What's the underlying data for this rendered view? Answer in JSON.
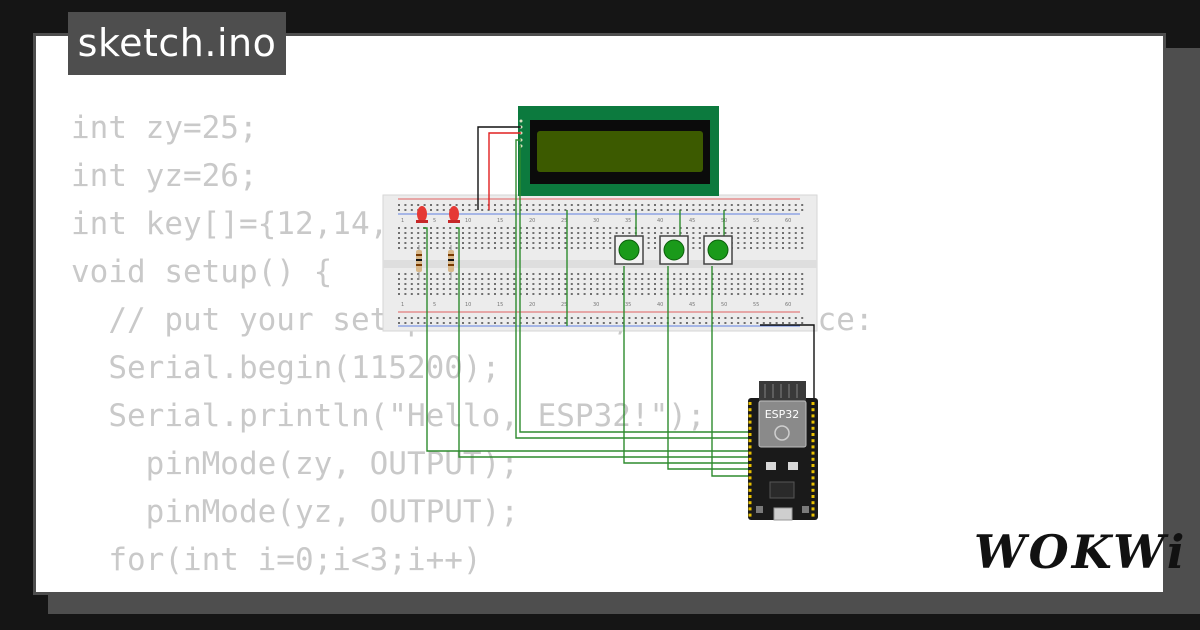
{
  "file_tab": {
    "label": "sketch.ino"
  },
  "code_lines": [
    "int zy=25;",
    "int yz=26;",
    "int key[]={12,14,",
    "void setup() {",
    "  // put your setup code here, to run once:",
    "  Serial.begin(115200);",
    "  Serial.println(\"Hello, ESP32!\");",
    "    pinMode(zy, OUTPUT);",
    "    pinMode(yz, OUTPUT);",
    "  for(int i=0;i<3;i++)",
    "  {"
  ],
  "board": {
    "label": "ESP32"
  },
  "breadboard": {
    "column_numbers": [
      "1",
      "5",
      "10",
      "15",
      "20",
      "25",
      "30",
      "35",
      "40",
      "45",
      "50",
      "55",
      "60"
    ]
  },
  "brand": {
    "logo": "WOKWi"
  },
  "colors": {
    "background": "#151515",
    "panel": "#4e4e4e",
    "code_text": "#c9c9c9",
    "wire_green": "#2e8b2e",
    "wire_red": "#e02020",
    "lcd_pcb": "#0c7a3e",
    "lcd_screen": "#3c5a00",
    "led_red": "#e53935",
    "button_cap": "#1a9a1a"
  }
}
